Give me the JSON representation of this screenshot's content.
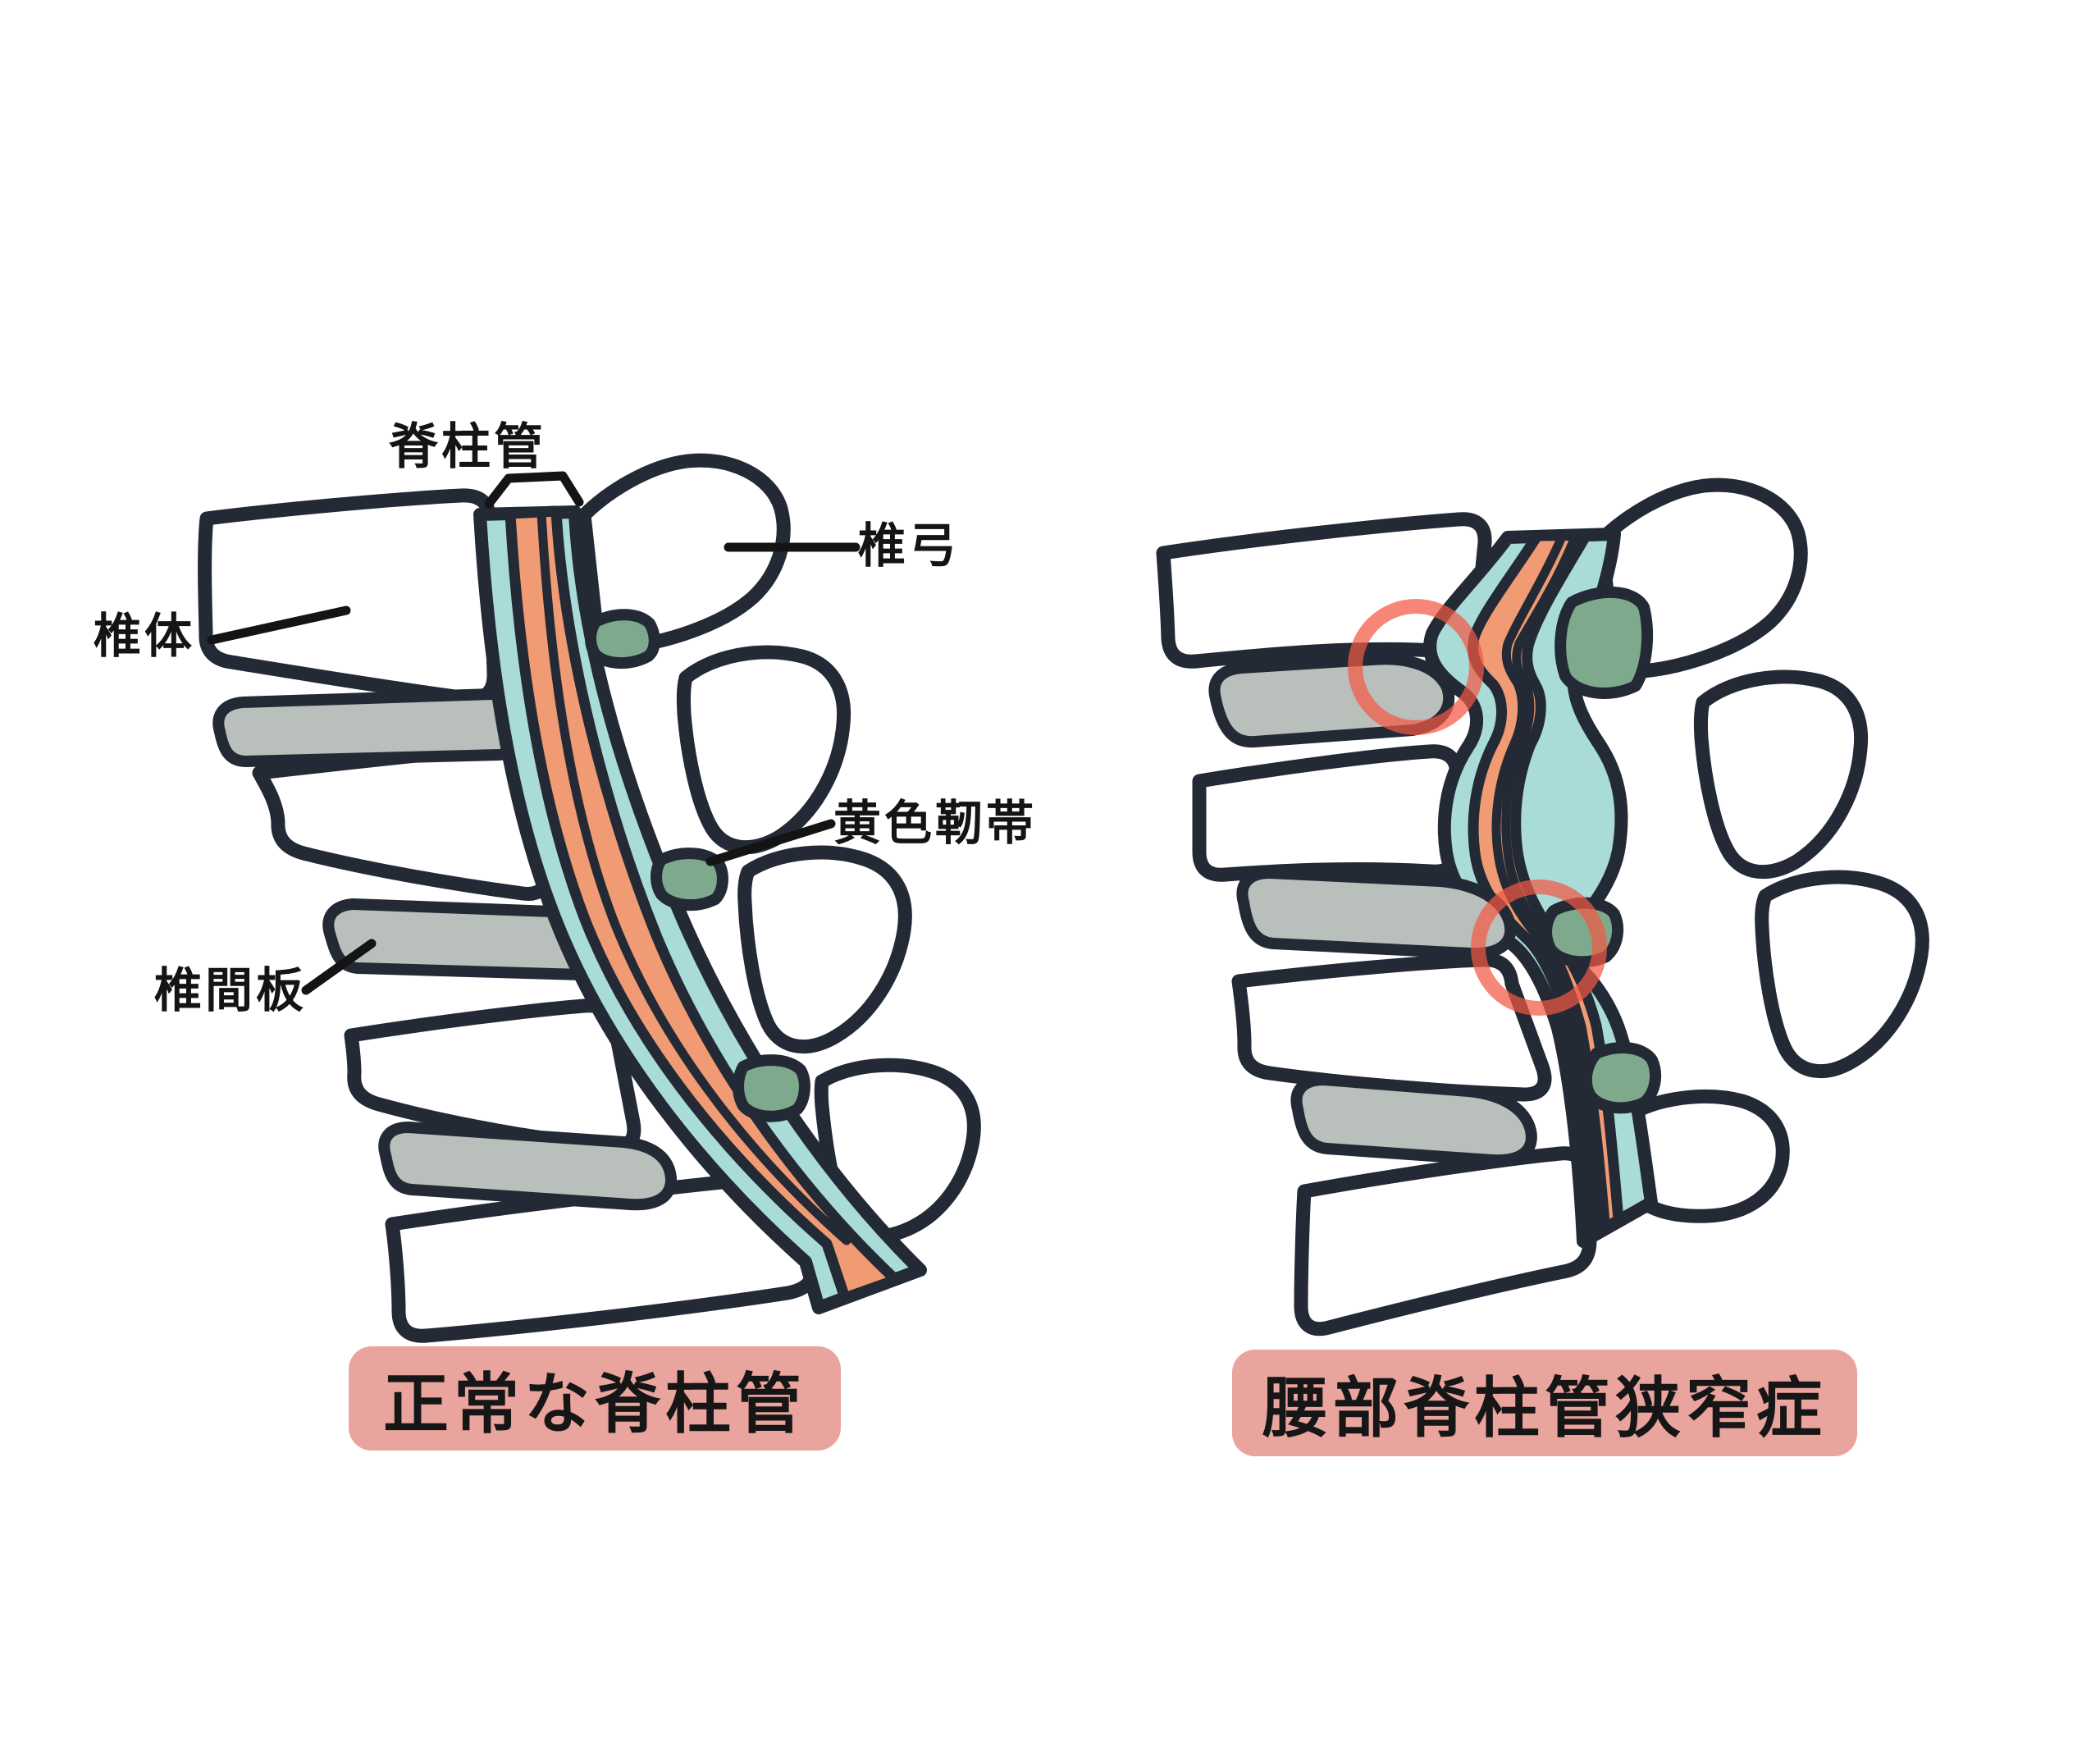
{
  "colors": {
    "outline": "#232a35",
    "bone": "#ffffff",
    "canal": "#a9dcd8",
    "dura": "#f09b73",
    "ligament": "#7fa98d",
    "disc": "#b9c0bc",
    "badge": "#e9a49d",
    "ring": "#f25944",
    "text": "#141414",
    "bg": "#ffffff"
  },
  "annotations": {
    "spinal_canal": "脊柱管",
    "vertebral_arch": "椎弓",
    "vertebral_body": "椎体",
    "yellow_ligament": "黄色靭帯",
    "intervertebral_disc": "椎間板"
  },
  "panels": {
    "left": {
      "caption": "正常な脊柱管"
    },
    "right": {
      "caption": "腰部脊柱管狭窄症"
    }
  }
}
